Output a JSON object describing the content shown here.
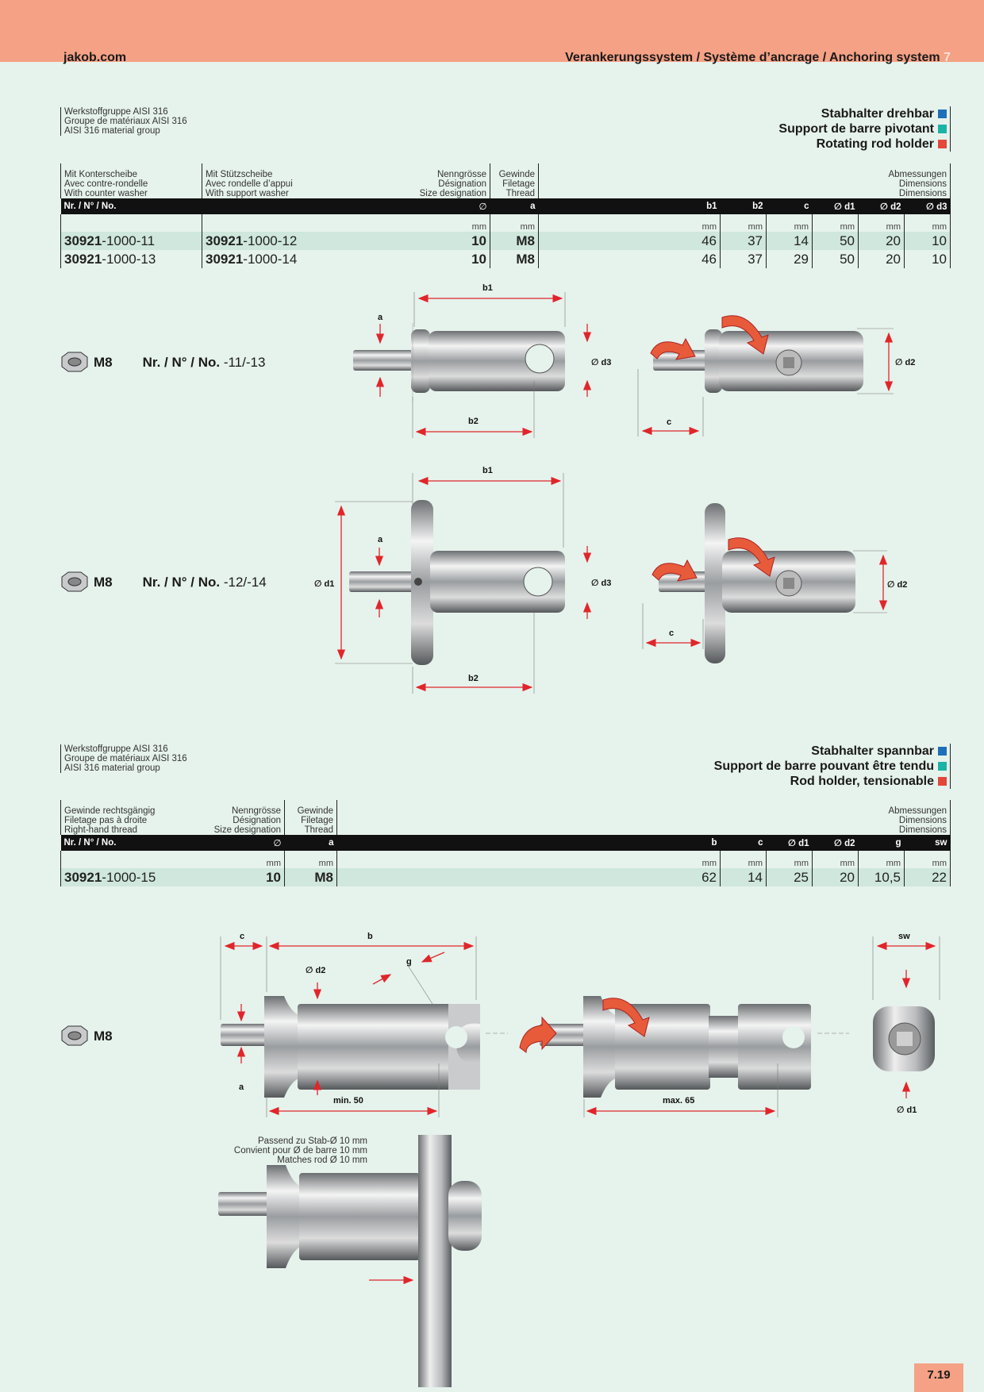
{
  "header": {
    "site": "jakob.com",
    "title": "Verankerungssystem / Système d’ancrage / Anchoring system",
    "chapter": "7"
  },
  "colors": {
    "header_band": "#f5a185",
    "page_bg": "#e6f2ec",
    "highlight_row": "#cfe7dc",
    "blue": "#1d6fb8",
    "teal": "#1ab3a6",
    "red": "#e2473a",
    "dim_red": "#e0262b"
  },
  "section1": {
    "material": [
      "Werkstoffgruppe AISI 316",
      "Groupe de matériaux AISI 316",
      "AISI 316 material group"
    ],
    "titles": [
      "Stabhalter drehbar",
      "Support de barre pivotant",
      "Rotating rod holder"
    ],
    "cols": {
      "counter": [
        "Mit Konterscheibe",
        "Avec contre-rondelle",
        "With counter washer"
      ],
      "support": [
        "Mit Stützscheibe",
        "Avec rondelle d’appui",
        "With support washer"
      ],
      "size": [
        "Nenngrösse",
        "Désignation",
        "Size designation"
      ],
      "thread": [
        "Gewinde",
        "Filetage",
        "Thread"
      ],
      "dims": [
        "Abmessungen",
        "Dimensions",
        "Dimensions"
      ]
    },
    "bar": {
      "nr": "Nr. / N° / No.",
      "size": "∅",
      "thread": "a",
      "b1": "b1",
      "b2": "b2",
      "c": "c",
      "d1": "∅ d1",
      "d2": "∅ d2",
      "d3": "∅ d3"
    },
    "unit": "mm",
    "rows": [
      {
        "nr1b": "30921",
        "nr1s": "-1000-11",
        "nr2b": "30921",
        "nr2s": "-1000-12",
        "size": "10",
        "thread": "M8",
        "b1": "46",
        "b2": "37",
        "c": "14",
        "d1": "50",
        "d2": "20",
        "d3": "10"
      },
      {
        "nr1b": "30921",
        "nr1s": "-1000-13",
        "nr2b": "30921",
        "nr2s": "-1000-14",
        "size": "10",
        "thread": "M8",
        "b1": "46",
        "b2": "37",
        "c": "29",
        "d1": "50",
        "d2": "20",
        "d3": "10"
      }
    ],
    "callout1": {
      "thread": "M8",
      "nr": "Nr. / N° / No.",
      "suffix": " -11/-13"
    },
    "callout2": {
      "thread": "M8",
      "nr": "Nr. / N° / No.",
      "suffix": " -12/-14"
    },
    "dims": {
      "a": "a",
      "b1": "b1",
      "b2": "b2",
      "c": "c",
      "d1": "∅ d1",
      "d2": "∅ d2",
      "d3": "∅ d3"
    }
  },
  "section2": {
    "material": [
      "Werkstoffgruppe AISI 316",
      "Groupe de matériaux AISI 316",
      "AISI 316 material group"
    ],
    "titles": [
      "Stabhalter spannbar",
      "Support de barre pouvant être tendu",
      "Rod holder, tensionable"
    ],
    "cols": {
      "rh": [
        "Gewinde rechtsgängig",
        "Filetage pas à droite",
        "Right-hand thread"
      ],
      "size": [
        "Nenngrösse",
        "Désignation",
        "Size designation"
      ],
      "thread": [
        "Gewinde",
        "Filetage",
        "Thread"
      ],
      "dims": [
        "Abmessungen",
        "Dimensions",
        "Dimensions"
      ]
    },
    "bar": {
      "nr": "Nr. / N° / No.",
      "size": "∅",
      "thread": "a",
      "b": "b",
      "c": "c",
      "d1": "∅ d1",
      "d2": "∅ d2",
      "g": "g",
      "sw": "sw"
    },
    "unit": "mm",
    "row": {
      "nrb": "30921",
      "nrs": "-1000-15",
      "size": "10",
      "thread": "M8",
      "b": "62",
      "c": "14",
      "d1": "25",
      "d2": "20",
      "g": "10,5",
      "sw": "22"
    },
    "callout": {
      "thread": "M8"
    },
    "dims": {
      "c": "c",
      "b": "b",
      "d2": "∅ d2",
      "g": "g",
      "a": "a",
      "min": "min. 50",
      "max": "max. 65",
      "sw": "sw",
      "d1": "∅ d1"
    },
    "note": [
      "Passend zu Stab-Ø 10 mm",
      "Convient pour Ø de barre 10 mm",
      "Matches rod Ø 10 mm"
    ]
  },
  "page_number": "7.19"
}
